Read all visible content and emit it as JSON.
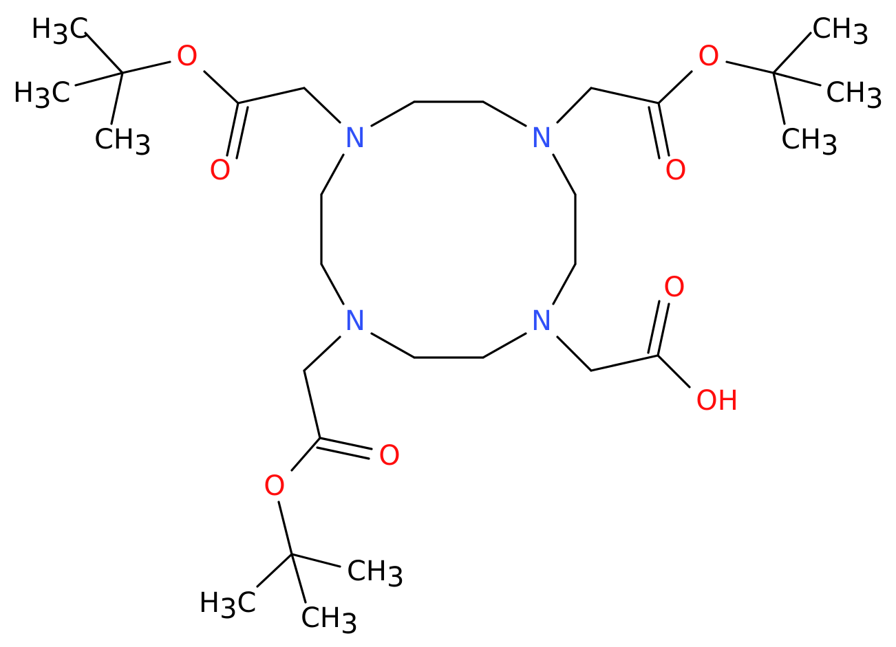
{
  "colors": {
    "bond": "#000000",
    "nitrogen": "#3050F8",
    "oxygen": "#FF0D0D",
    "carbon": "#000000"
  },
  "atoms": {
    "n1": {
      "text": "N",
      "element": "N"
    },
    "n2": {
      "text": "N",
      "element": "N"
    },
    "n3": {
      "text": "N",
      "element": "N"
    },
    "n4": {
      "text": "N",
      "element": "N"
    },
    "o_tl_ester": {
      "text": "O",
      "element": "O"
    },
    "o_tl_carbonyl": {
      "text": "O",
      "element": "O"
    },
    "o_tr_ester": {
      "text": "O",
      "element": "O"
    },
    "o_tr_carbonyl": {
      "text": "O",
      "element": "O"
    },
    "o_bl_carbonyl": {
      "text": "O",
      "element": "O"
    },
    "o_bl_ester": {
      "text": "O",
      "element": "O"
    },
    "o_acid_carbonyl": {
      "text": "O",
      "element": "O"
    },
    "o_acid_hydroxyl": {
      "text": "OH",
      "element": "O"
    },
    "ch3_tl_top": {
      "main": "H",
      "sub": "3",
      "tail": "C"
    },
    "ch3_tl_left": {
      "main": "H",
      "sub": "3",
      "tail": "C"
    },
    "ch3_tl_bottom": {
      "main": "CH",
      "sub": "3"
    },
    "ch3_tr_top": {
      "main": "CH",
      "sub": "3"
    },
    "ch3_tr_right": {
      "main": "CH",
      "sub": "3"
    },
    "ch3_tr_bottom": {
      "main": "CH",
      "sub": "3"
    },
    "ch3_bl_right": {
      "main": "CH",
      "sub": "3"
    },
    "ch3_bl_left": {
      "main": "H",
      "sub": "3",
      "tail": "C"
    },
    "ch3_bl_bottom": {
      "main": "CH",
      "sub": "3"
    }
  }
}
